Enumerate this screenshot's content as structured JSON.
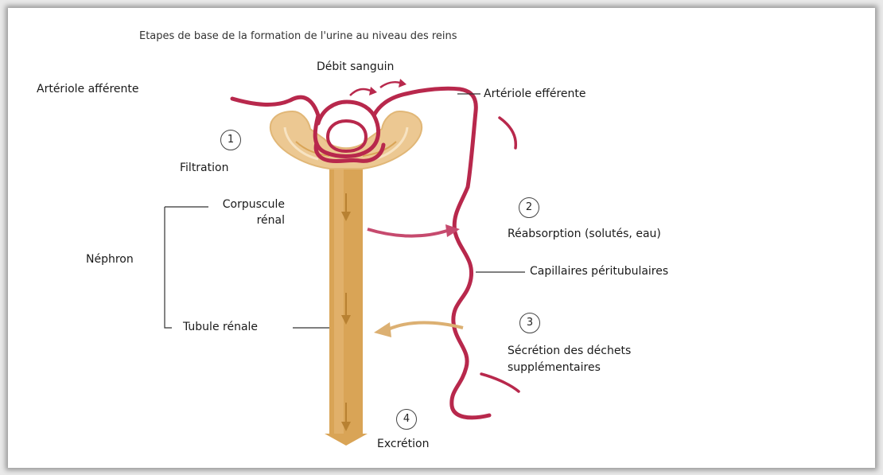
{
  "title": "Etapes de base de la formation de l'urine au niveau des reins",
  "labels": {
    "blood_flow": "Débit sanguin",
    "afferent": "Artériole afférente",
    "efferent": "Artériole efférente",
    "filtration": "Filtration",
    "corpuscle_line1": "Corpuscule",
    "corpuscle_line2": "rénal",
    "nephron": "Néphron",
    "tubule": "Tubule rénale",
    "reabsorption": "Réabsorption (solutés, eau)",
    "capillaries": "Capillaires péritubulaires",
    "secretion_line1": "Sécrétion des déchets",
    "secretion_line2": "supplémentaires",
    "excretion": "Excrétion"
  },
  "steps": [
    "1",
    "2",
    "3",
    "4"
  ],
  "colors": {
    "vessel": "#b8284c",
    "tubule": "#d9a456",
    "tubule_light": "#ecc892",
    "reabsorption_arrow": "#c64a6e",
    "secretion_arrow": "#dcb072"
  }
}
